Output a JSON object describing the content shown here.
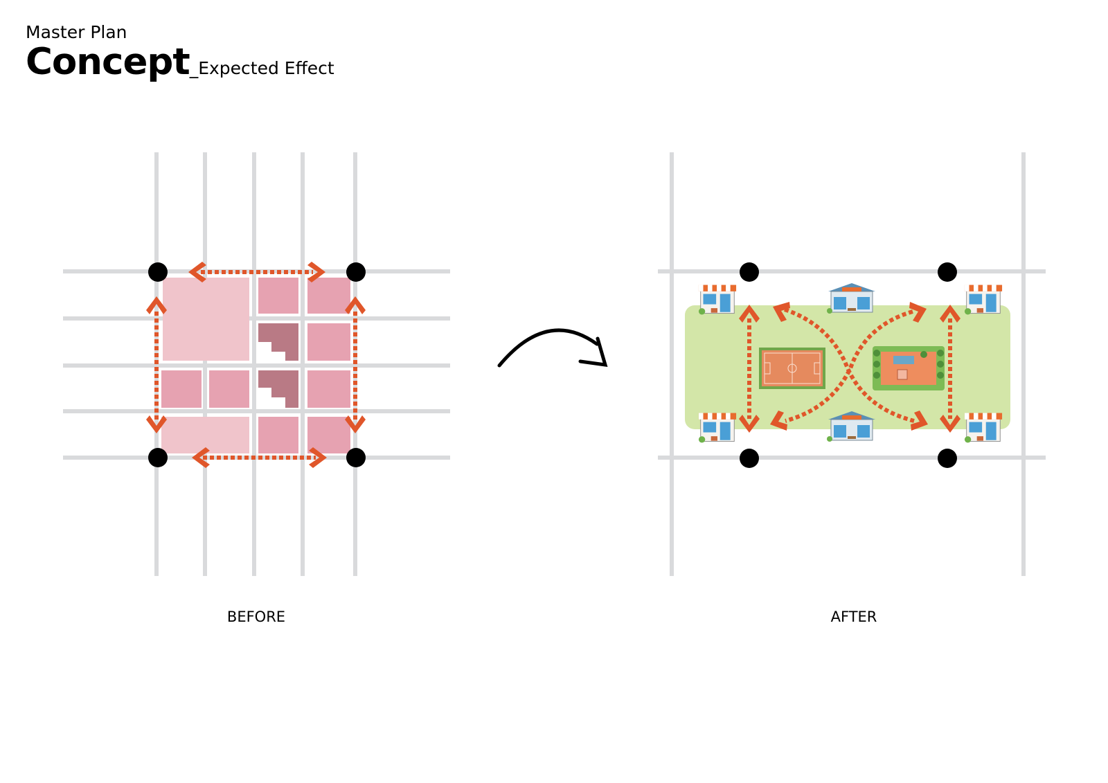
{
  "header": {
    "subtitle": "Master Plan",
    "title": "Concept",
    "title_suffix": "_Expected Effect"
  },
  "panels": {
    "before": {
      "caption": "BEFORE"
    },
    "after": {
      "caption": "AFTER"
    }
  },
  "colors": {
    "road": "#d9dadc",
    "node": "#000000",
    "arrow": "#e0562a",
    "block_light": "#f0c4cb",
    "block_mid": "#e6a2b1",
    "block_dark": "#b97a85",
    "park": "#d3e6a8",
    "court": "#e58a5e",
    "garden": "#7dbb55",
    "shop_awning": "#e86b2e",
    "shop_glass": "#4a9fd6"
  },
  "icons": {
    "transition": "curved-arrow-icon",
    "shop": "storefront-icon",
    "cafe": "cafe-icon",
    "court": "sports-court-icon",
    "garden": "garden-plaza-icon"
  }
}
